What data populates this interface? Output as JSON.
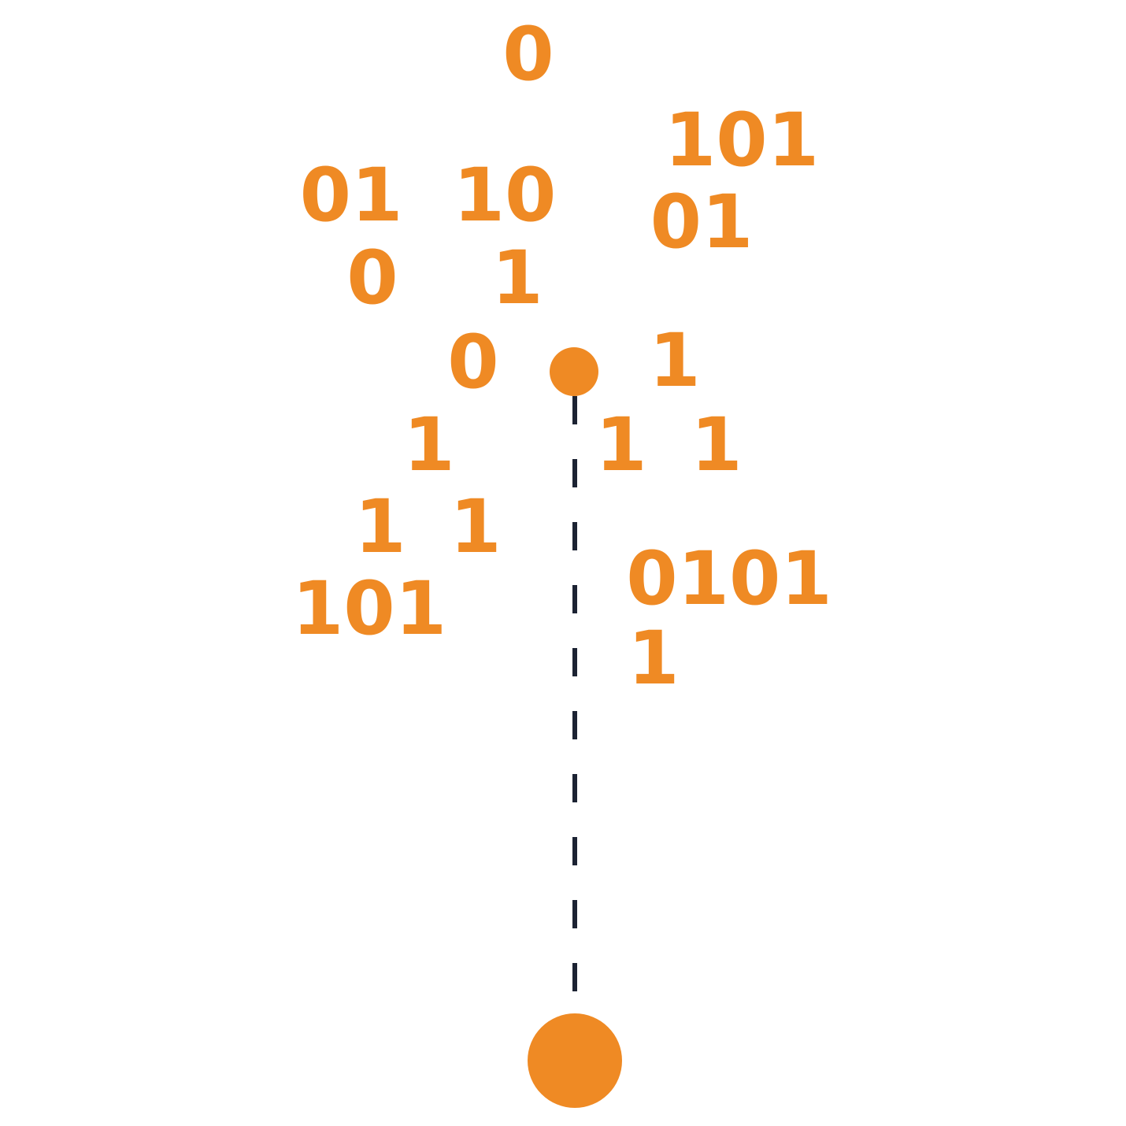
{
  "colors": {
    "accent": "#EF8A24",
    "line": "#1C2333",
    "background": "#FFFFFF"
  },
  "labels": {
    "l1": "0",
    "l2": "101",
    "l3": "01",
    "l4": "10",
    "l5": "01",
    "l6": "0",
    "l7": "1",
    "l8": "0",
    "l9": "1",
    "l10": "1",
    "l11": "1",
    "l12": "1",
    "l13": "1",
    "l14": "1",
    "l15": "0101",
    "l16": "101",
    "l17": "1"
  }
}
